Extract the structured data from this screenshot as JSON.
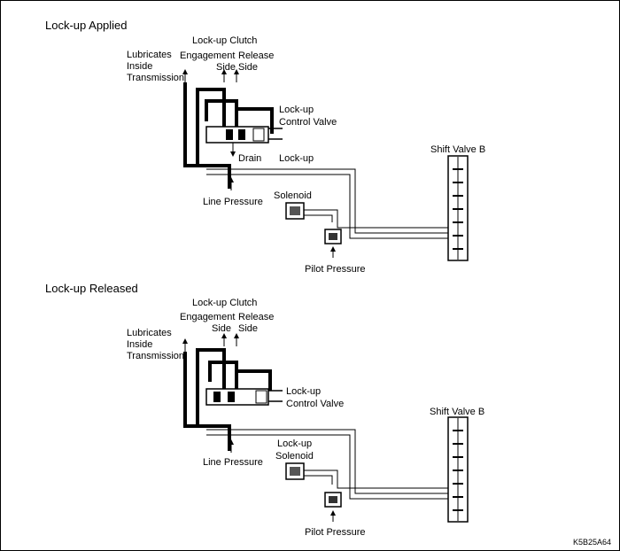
{
  "figure_code": "K5B25A64",
  "panels": [
    {
      "heading": "Lock-up Applied",
      "labels": {
        "lubricates": [
          "Lubricates",
          "Inside",
          "Transmission"
        ],
        "clutch_title": "Lock-up Clutch",
        "engagement": [
          "Engagement",
          "Side"
        ],
        "release": [
          "Release",
          "Side"
        ],
        "control_valve": [
          "Lock-up",
          "Control Valve"
        ],
        "drain": "Drain",
        "shift_valve": "Shift Valve B",
        "solenoid": [
          "Lock-up",
          "Solenoid"
        ],
        "line_pressure": "Line Pressure",
        "pilot_pressure": "Pilot Pressure"
      }
    },
    {
      "heading": "Lock-up Released",
      "labels": {
        "lubricates": [
          "Lubricates",
          "Inside",
          "Transmission"
        ],
        "clutch_title": "Lock-up Clutch",
        "engagement": [
          "Engagement",
          "Side"
        ],
        "release": [
          "Release",
          "Side"
        ],
        "control_valve": [
          "Lock-up",
          "Control Valve"
        ],
        "shift_valve": "Shift Valve B",
        "solenoid": [
          "Lock-up",
          "Solenoid"
        ],
        "line_pressure": "Line Pressure",
        "pilot_pressure": "Pilot Pressure"
      }
    }
  ],
  "colors": {
    "line": "#000000",
    "fluid": "#333333",
    "background": "#ffffff"
  }
}
